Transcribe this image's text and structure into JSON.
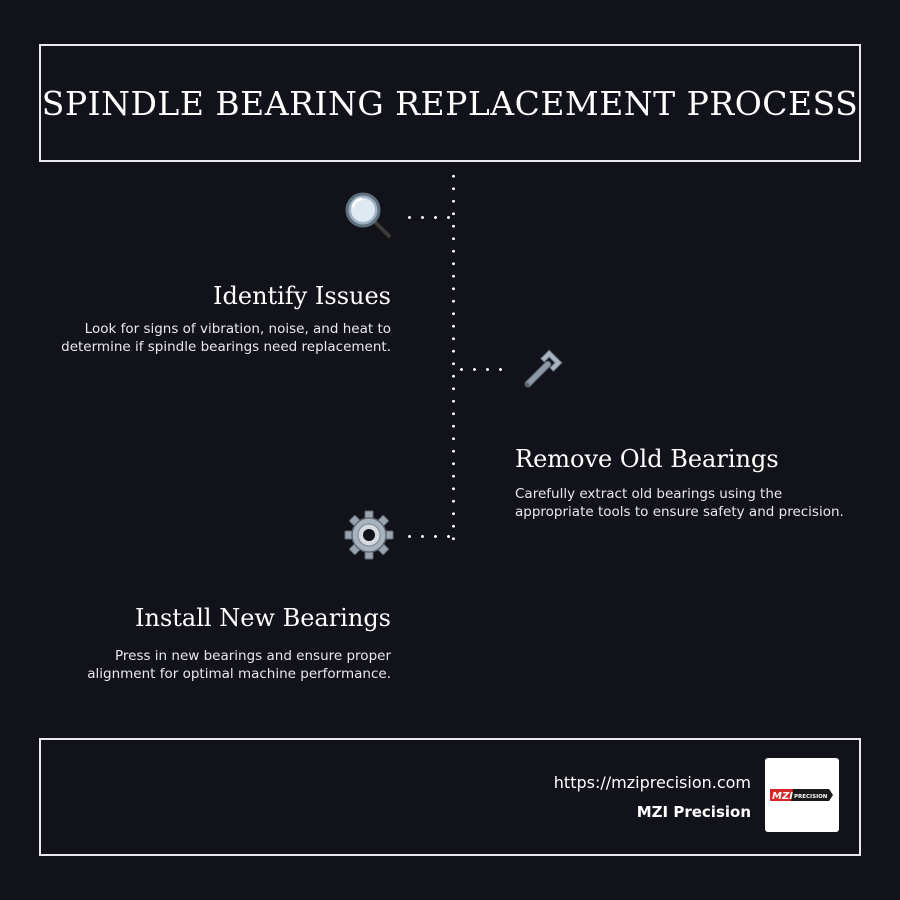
{
  "header": {
    "title": "SPINDLE BEARING REPLACEMENT PROCESS"
  },
  "steps": [
    {
      "icon": "magnifying-glass-icon",
      "title": "Identify Issues",
      "description_lines": [
        "Look for signs of vibration, noise, and heat to",
        "determine if spindle bearings need replacement."
      ]
    },
    {
      "icon": "wrench-icon",
      "title": "Remove Old Bearings",
      "description_lines": [
        "Carefully extract old bearings using the",
        "appropriate tools to ensure safety and precision."
      ]
    },
    {
      "icon": "gear-icon",
      "title": "Install New Bearings",
      "description_lines": [
        "Press in new bearings and ensure proper",
        "alignment for optimal machine performance."
      ]
    }
  ],
  "footer": {
    "url": "https://mziprecision.com",
    "brand": "MZI Precision",
    "logo_text": {
      "mark": "MZI",
      "word": "PRECISION"
    }
  },
  "colors": {
    "background": "#12131a",
    "text": "#ffffff",
    "border": "#e9e9ec",
    "logo_red": "#d62828"
  }
}
